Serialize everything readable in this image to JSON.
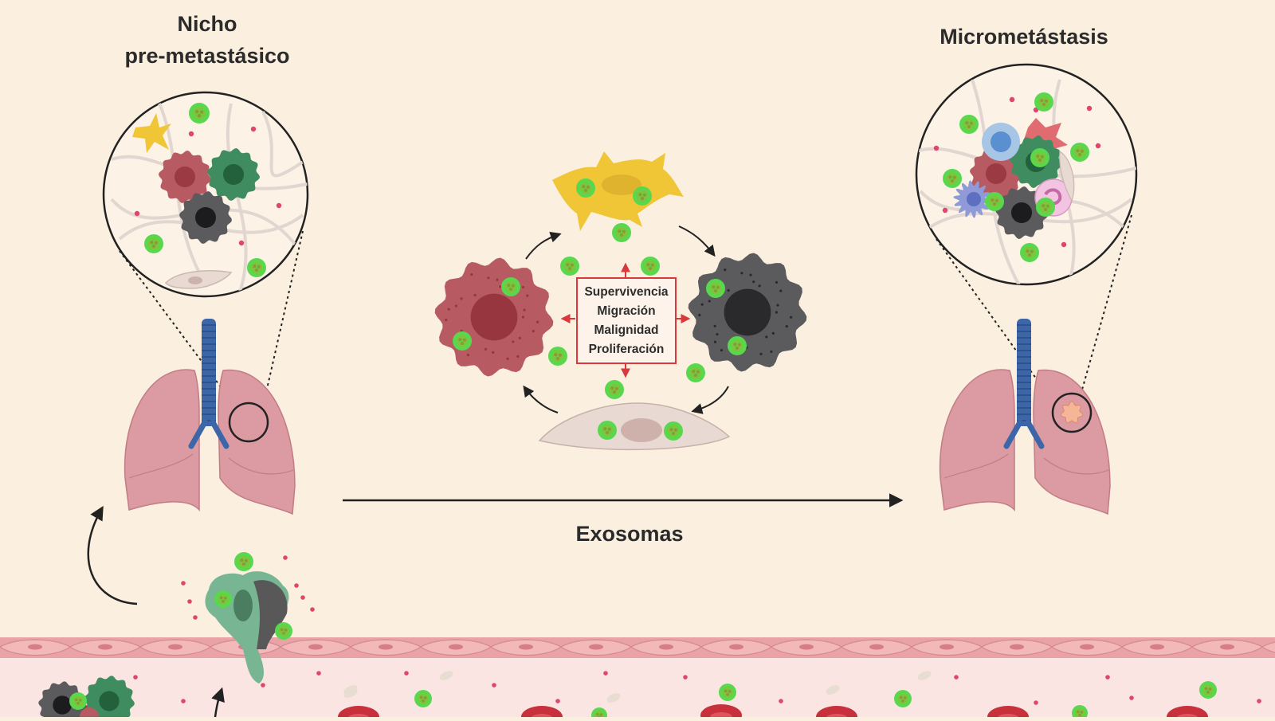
{
  "labels": {
    "pre_metastatic_niche": [
      "Nicho",
      "pre-metastásico"
    ],
    "micrometastasis": "Micrometástasis",
    "exosomes": "Exosomas"
  },
  "effects": [
    "Supervivencia",
    "Migración",
    "Malignidad",
    "Proliferación"
  ],
  "colors": {
    "background": "#fbefe0",
    "vessel_wall": "#e7a5a6",
    "vessel_lumen": "#fbe5e2",
    "exosome_outer": "#59d84e",
    "exosome_core": "#8a9b33",
    "tumor_red": "#b85a62",
    "tumor_gray": "#5b5b5e",
    "tumor_green": "#3f8c60",
    "fibroblast_yellow": "#f0c636",
    "stromal_cell": "#e8d9d2",
    "lung": "#dc9aa2",
    "trachea": "#3d66a8",
    "effects_border": "#d9393b"
  }
}
